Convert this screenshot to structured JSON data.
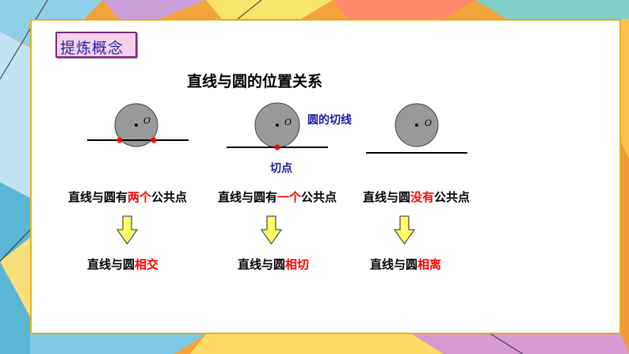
{
  "badge": "提炼概念",
  "title": "直线与圆的位置关系",
  "center_label": "O",
  "tangent_line_label": "圆的切线",
  "tangent_point_label": "切点",
  "cases": [
    {
      "prefix": "直线与圆有",
      "highlight": "两个",
      "suffix": "公共点",
      "result_prefix": "直线与圆",
      "result_highlight": "相交"
    },
    {
      "prefix": "直线与圆有",
      "highlight": "一个",
      "suffix": "公共点",
      "result_prefix": "直线与圆",
      "result_highlight": "相切"
    },
    {
      "prefix": "直线与圆",
      "highlight": "没有",
      "suffix": "公共点",
      "result_prefix": "直线与圆",
      "result_highlight": "相离"
    }
  ],
  "colors": {
    "highlight": "#ff0000",
    "label_blue": "#1a1aa0",
    "circle_fill": "#999999",
    "arrow_fill": "#ffff66"
  }
}
